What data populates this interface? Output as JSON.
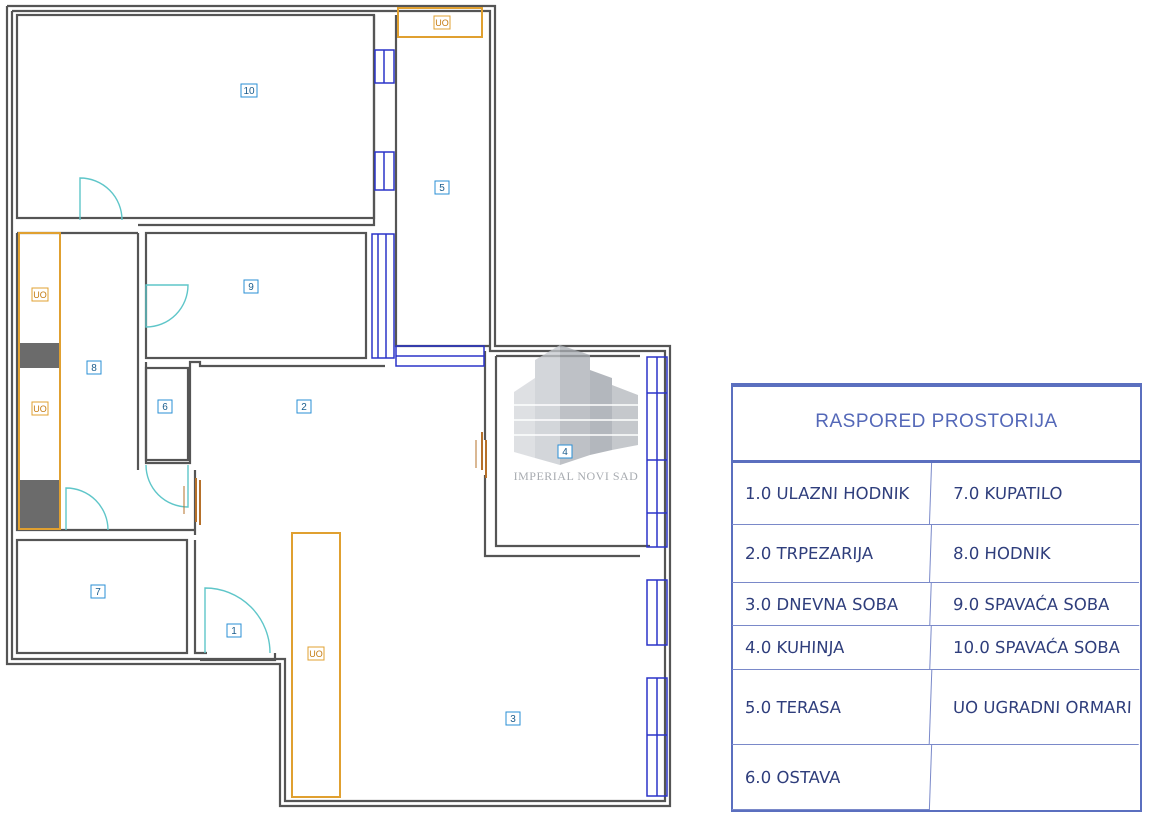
{
  "plan": {
    "rooms": [
      {
        "id": "room-1",
        "label": "1"
      },
      {
        "id": "room-2",
        "label": "2"
      },
      {
        "id": "room-3",
        "label": "3"
      },
      {
        "id": "room-4",
        "label": "4"
      },
      {
        "id": "room-5",
        "label": "5"
      },
      {
        "id": "room-6",
        "label": "6"
      },
      {
        "id": "room-7",
        "label": "7"
      },
      {
        "id": "room-8",
        "label": "8"
      },
      {
        "id": "room-9",
        "label": "9"
      },
      {
        "id": "room-10",
        "label": "10"
      }
    ],
    "wardrobe_label": "UO",
    "watermark": "IMPERIAL NOVI SAD",
    "colors": {
      "wall": "#555555",
      "window": "#2b34c8",
      "door": "#5fc6c9",
      "wardrobe": "#e0a030",
      "room_tag": "#2a8fd6",
      "legend": "#5b6fbf"
    }
  },
  "legend": {
    "title": "RASPORED PROSTORIJA",
    "rows": [
      [
        "1.0  ULAZNI HODNIK",
        "7.0  KUPATILO"
      ],
      [
        "2.0  TRPEZARIJA",
        "8.0  HODNIK"
      ],
      [
        "3.0  DNEVNA SOBA",
        "9.0  SPAVAĆA SOBA"
      ],
      [
        "4.0  KUHINJA",
        "10.0  SPAVAĆA SOBA"
      ],
      [
        "5.0  TERASA",
        "UO  UGRADNI ORMARI"
      ],
      [
        "6.0  OSTAVA",
        ""
      ]
    ]
  }
}
